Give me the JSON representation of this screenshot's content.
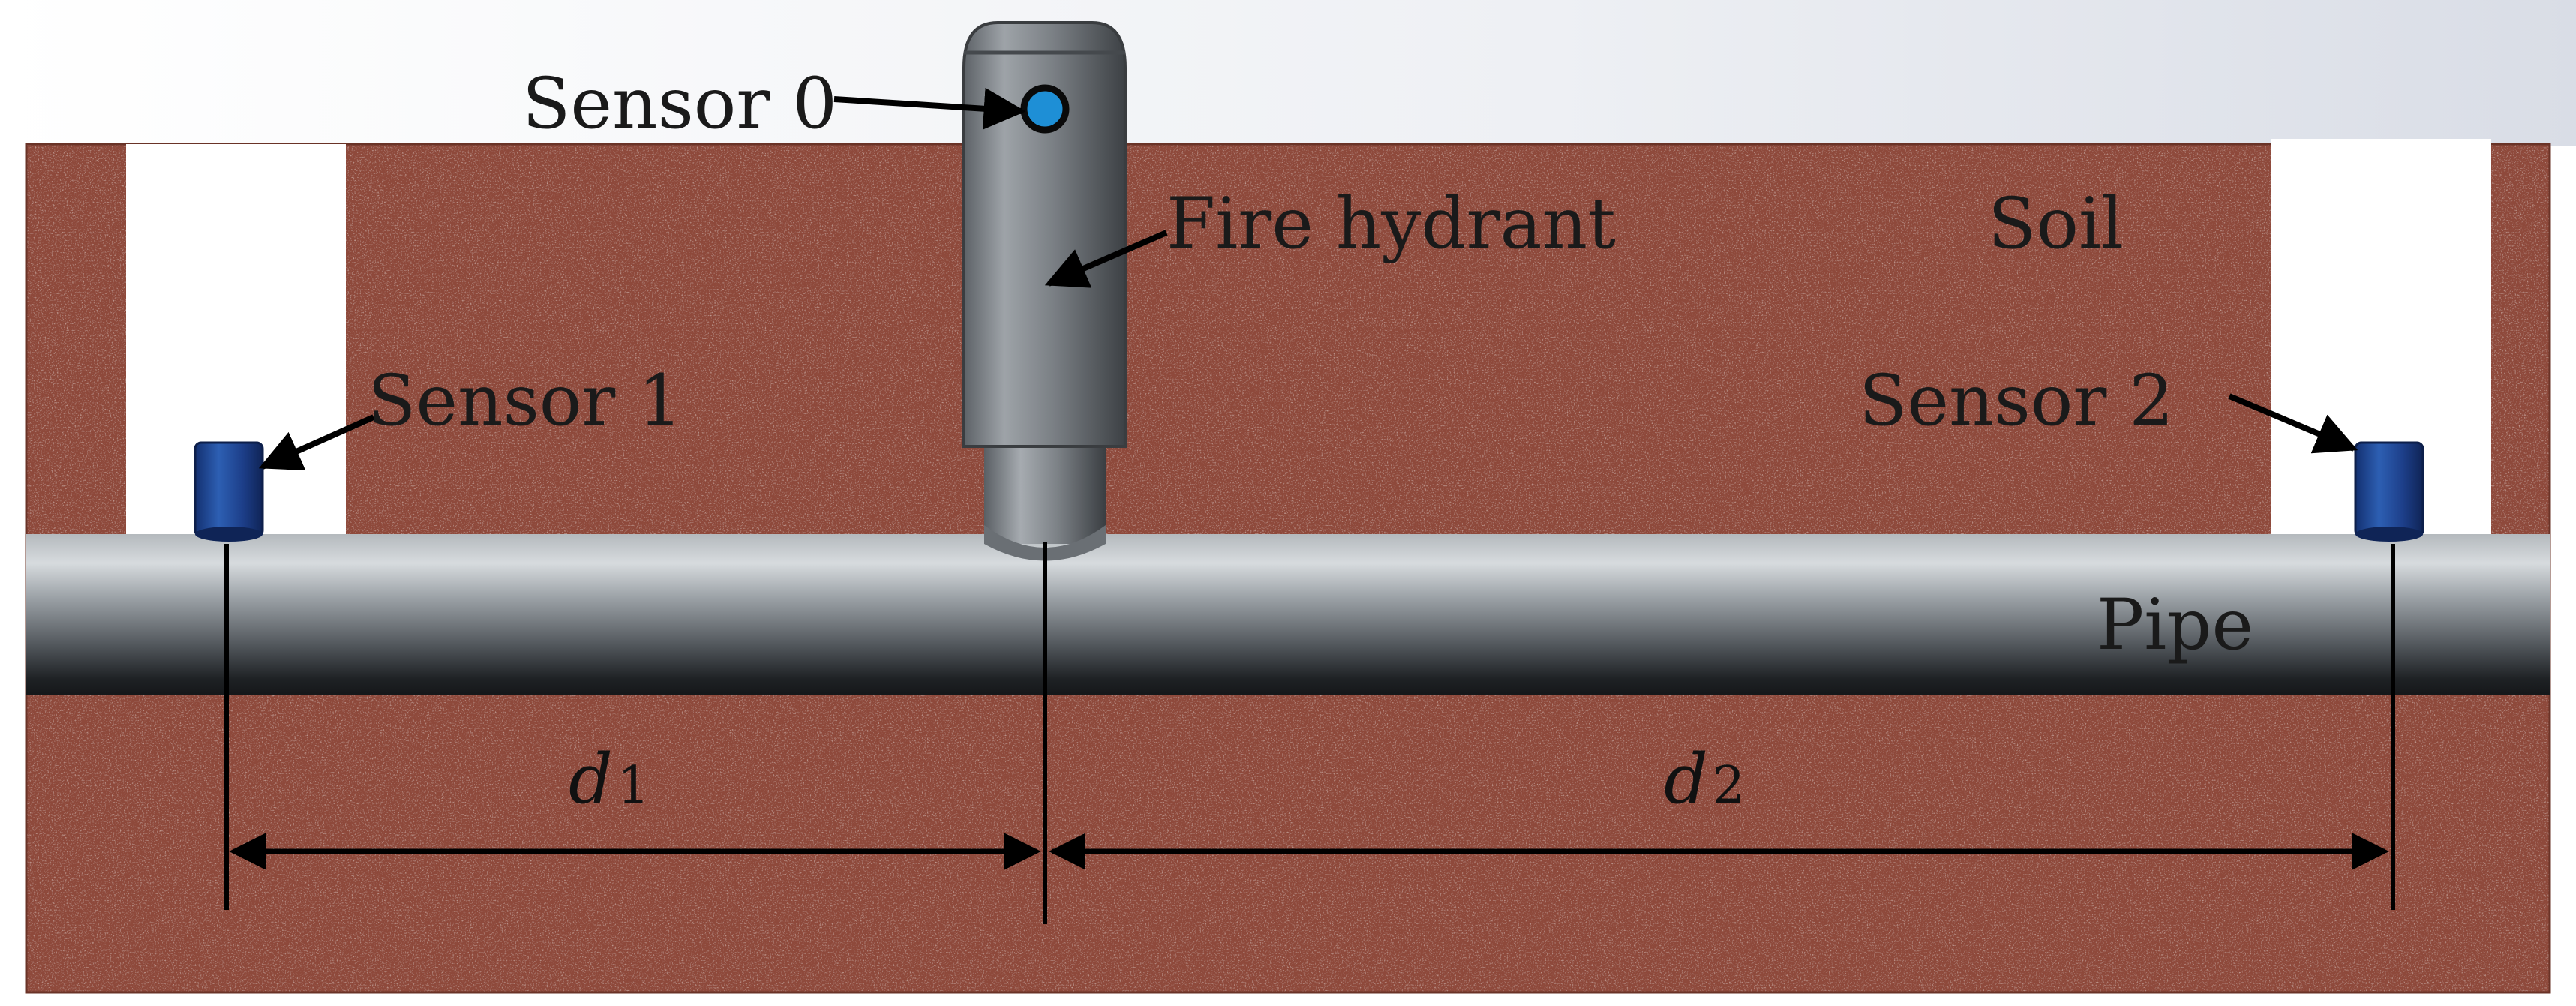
{
  "labels": {
    "sensor0": "Sensor 0",
    "fire_hydrant": "Fire hydrant",
    "soil": "Soil",
    "sensor1": "Sensor 1",
    "sensor2": "Sensor 2",
    "pipe": "Pipe"
  },
  "dimensions": {
    "d1": {
      "symbol": "d",
      "subscript": "1"
    },
    "d2": {
      "symbol": "d",
      "subscript": "2"
    }
  },
  "colors": {
    "soil": "#8e4a3b",
    "pipe": "#8d9296",
    "hydrant": "#80868c",
    "sensor_body": "#1d3f8a",
    "sensor0_dot": "#1e8fd6",
    "sky": "#f3f4f7"
  }
}
